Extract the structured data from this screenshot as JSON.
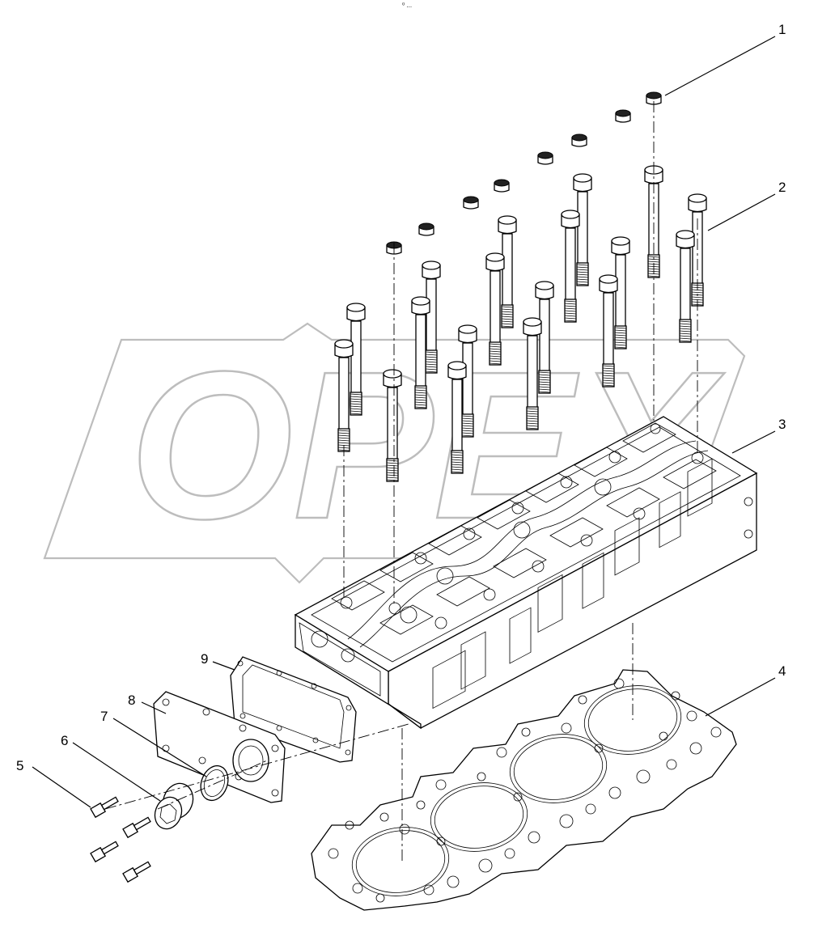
{
  "title_mark": "⁰ ...",
  "watermark": "OPEX",
  "callouts": [
    {
      "number": "1"
    },
    {
      "number": "2"
    },
    {
      "number": "3"
    },
    {
      "number": "4"
    },
    {
      "number": "5"
    },
    {
      "number": "6"
    },
    {
      "number": "7"
    },
    {
      "number": "8"
    },
    {
      "number": "9"
    }
  ]
}
